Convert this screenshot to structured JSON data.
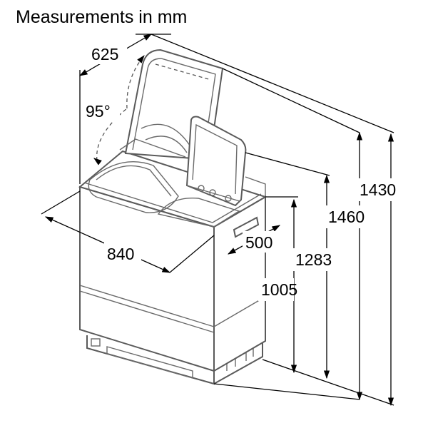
{
  "title": "Measurements in mm",
  "dimensions": {
    "depth": "625",
    "lid_angle": "95°",
    "width": "840",
    "side_depth": "500",
    "height_body": "1005",
    "height_lid_front": "1283",
    "height_lid_open_max": "1460",
    "height_lid_open": "1430"
  }
}
